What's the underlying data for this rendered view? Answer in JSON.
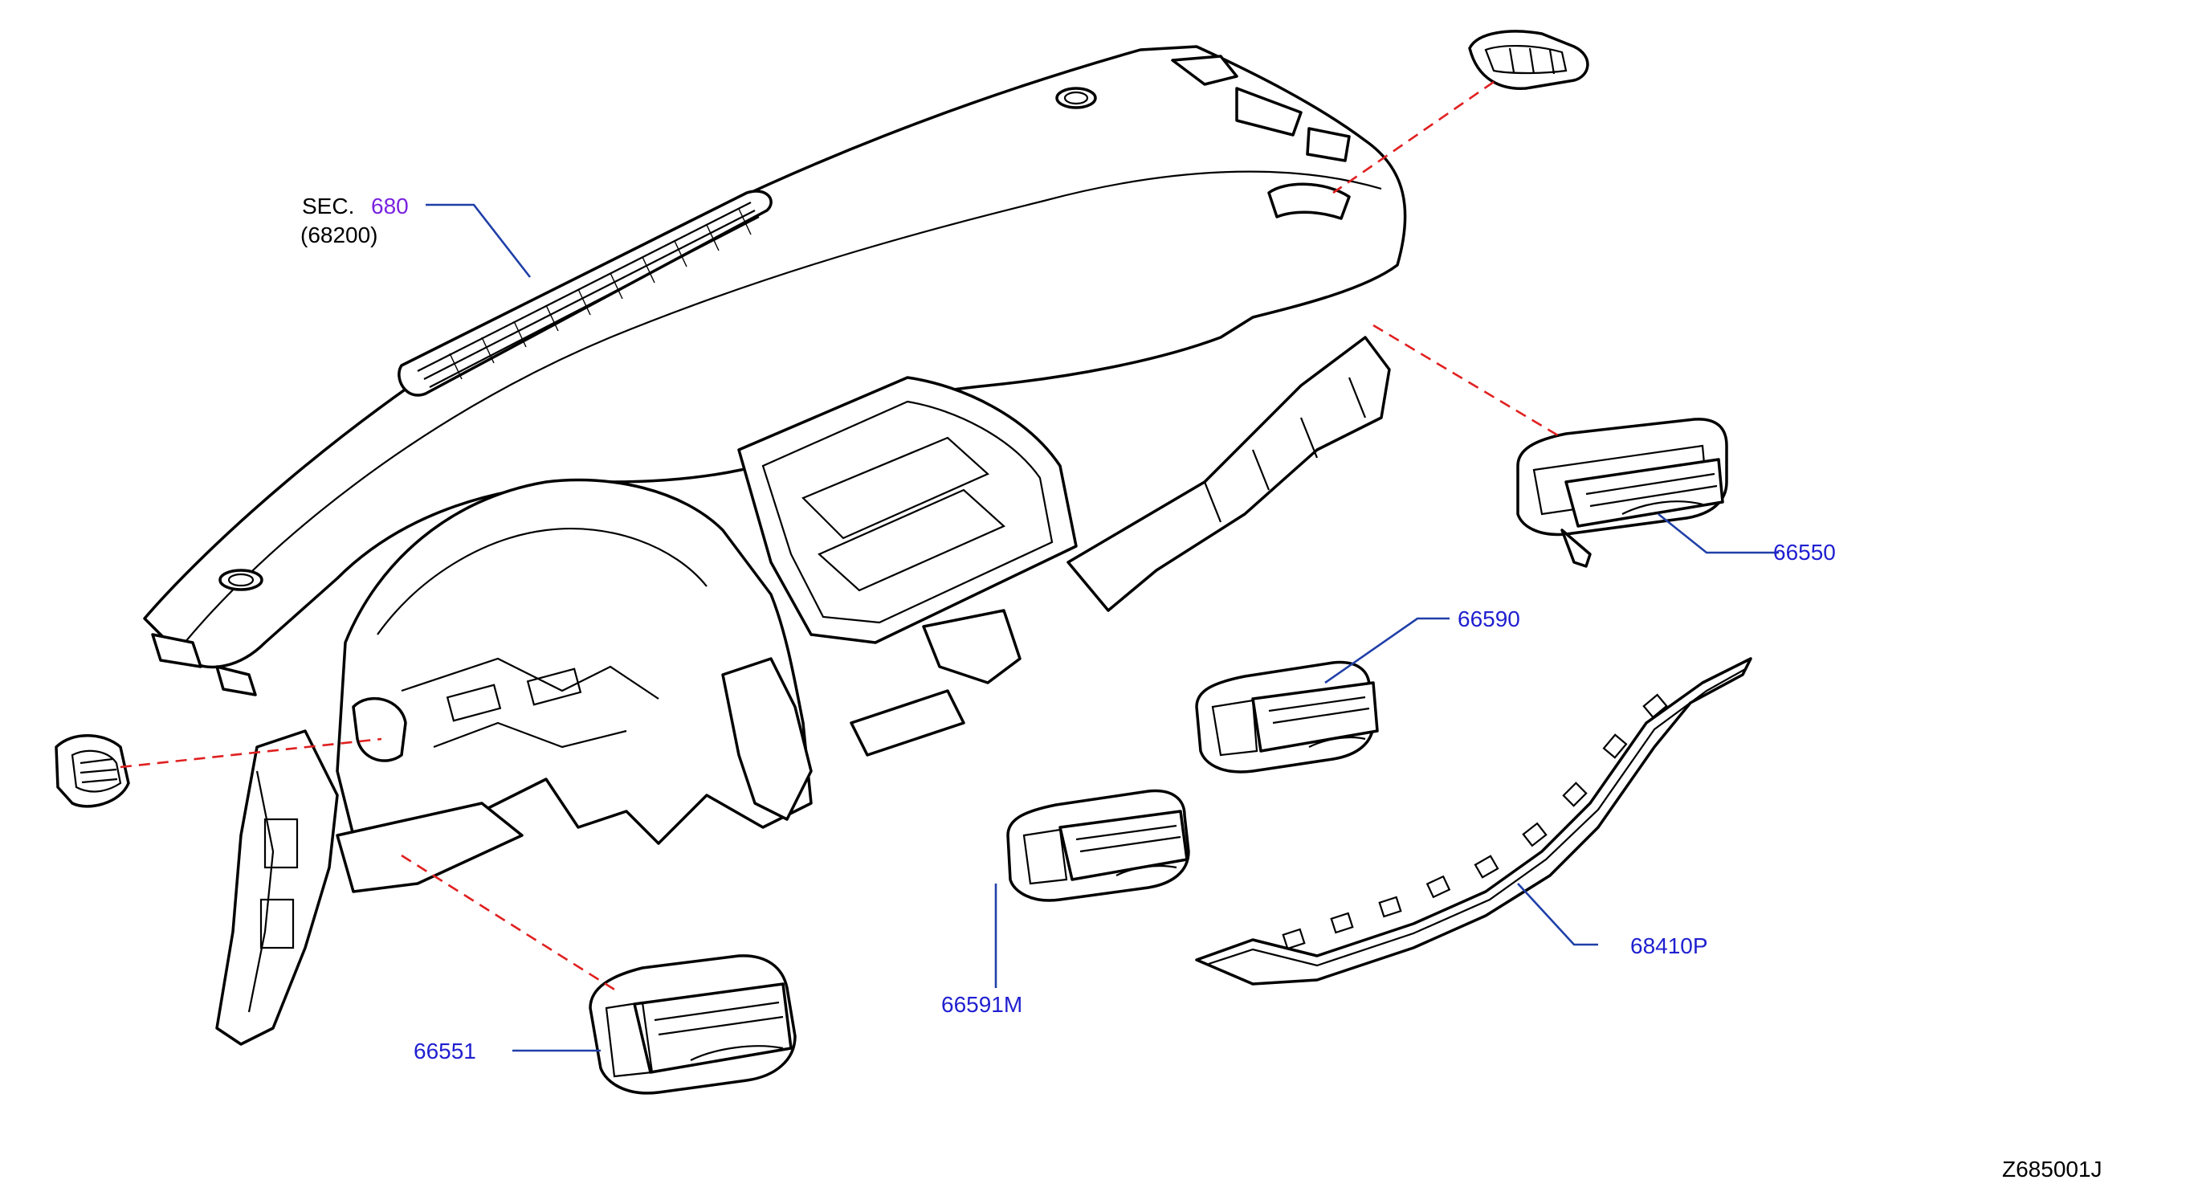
{
  "diagram": {
    "section_prefix": "SEC.",
    "section_number": "680",
    "section_sub": "(68200)",
    "drawing_code": "Z685001J",
    "parts": [
      {
        "id": "66550",
        "label": "66550"
      },
      {
        "id": "66590",
        "label": "66590"
      },
      {
        "id": "66591M",
        "label": "66591M"
      },
      {
        "id": "68410P",
        "label": "68410P"
      },
      {
        "id": "66551",
        "label": "66551"
      }
    ],
    "colors": {
      "part_label": "#1f1fd0",
      "section_link": "#7a22e0",
      "leader_line": "#1f3fa8",
      "dashed_guide": "#e02020",
      "outline": "#000000"
    }
  }
}
